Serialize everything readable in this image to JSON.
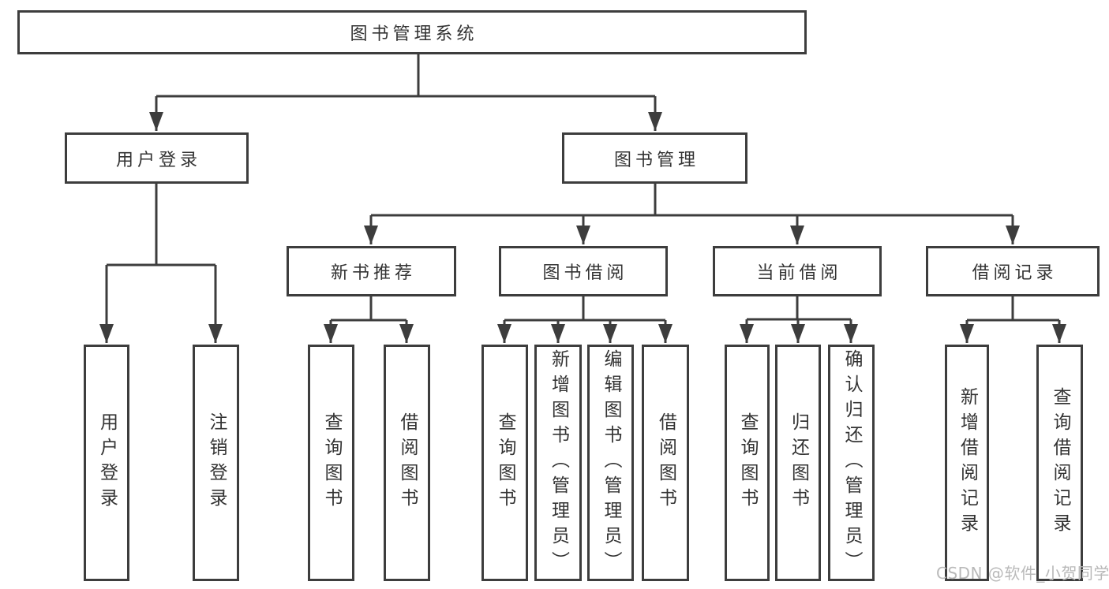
{
  "diagram": {
    "title": "图书管理系统",
    "branches": [
      {
        "label": "用户登录",
        "children": [
          "用户登录",
          "注销登录"
        ]
      },
      {
        "label": "图书管理",
        "children": [
          {
            "label": "新书推荐",
            "children": [
              "查询图书",
              "借阅图书"
            ]
          },
          {
            "label": "图书借阅",
            "children": [
              "查询图书",
              "新增图书（管理员）",
              "编辑图书（管理员）",
              "借阅图书"
            ]
          },
          {
            "label": "当前借阅",
            "children": [
              "查询图书",
              "归还图书",
              "确认归还（管理员）"
            ]
          },
          {
            "label": "借阅记录",
            "children": [
              "新增借阅记录",
              "查询借阅记录"
            ]
          }
        ]
      }
    ]
  },
  "watermark": {
    "text": "CSDN @软件_小贺同学"
  },
  "colors": {
    "line": "#3d3d3d",
    "text": "#333333",
    "watermark": "#b9b9b9",
    "background": "#ffffff"
  }
}
